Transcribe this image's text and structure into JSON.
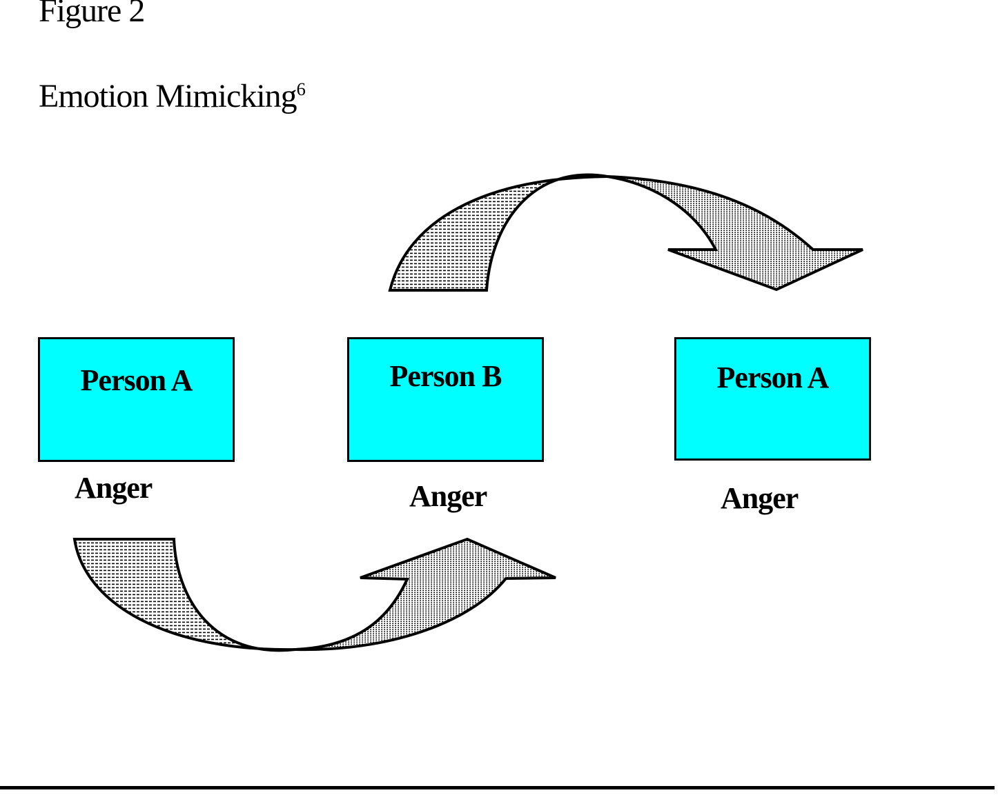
{
  "figure": {
    "caption": "Figure 2",
    "title": "Emotion Mimicking",
    "title_superscript": "6"
  },
  "boxes": [
    {
      "label": "Person A",
      "emotion": "Anger"
    },
    {
      "label": "Person B",
      "emotion": "Anger"
    },
    {
      "label": "Person A",
      "emotion": "Anger"
    }
  ],
  "arrows": [
    {
      "name": "top-curved-arrow",
      "description": "arched stippled block arrow curving left to right, arrowhead pointing down toward right Person A"
    },
    {
      "name": "bottom-curved-arrow",
      "description": "dipped stippled block arrow curving left to right, arrowhead pointing up toward Person B"
    }
  ],
  "colors": {
    "box_fill": "#00FFFF",
    "box_border": "#000000",
    "text": "#000000",
    "arrow_outline": "#000000",
    "rule": "#000000"
  }
}
